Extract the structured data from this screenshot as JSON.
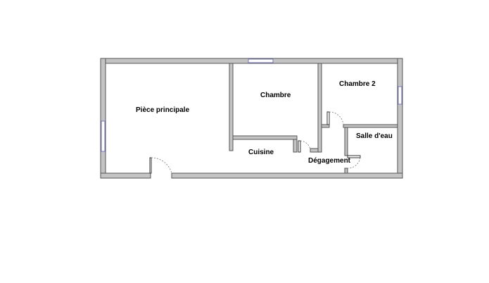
{
  "rooms": {
    "piece_principale": "Pièce principale",
    "chambre": "Chambre",
    "chambre2": "Chambre 2",
    "salle_eau": "Salle d'eau",
    "cuisine": "Cuisine",
    "degagement": "Dégagement"
  }
}
